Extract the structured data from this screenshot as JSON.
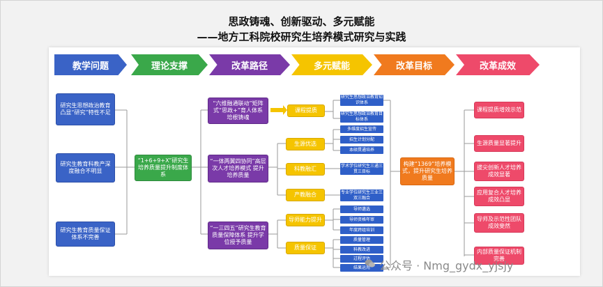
{
  "title": {
    "line1": "思政铸魂、创新驱动、多元赋能",
    "line2": "——地方工科院校研究生培养模式研究与实践"
  },
  "stages": [
    "教学问题",
    "理论支撑",
    "改革路径",
    "多元赋能",
    "改革目标",
    "改革成效"
  ],
  "problems": [
    "研究生思想政治教育凸显“研究”特性不足",
    "研究生教育科教产深度融合不明显",
    "研究生教育质量保证体系不完善"
  ],
  "theory": "“1+6+9+X”研究生培养质量提升制度体系",
  "paths": [
    "“六维融通联动”矩阵式“思政+”育人体系 培根铸魂",
    "“一体两翼四协同”高层次人才培养模式 提升培养质量",
    "“一三四五”研究生教育质量保障体系 提升学位授予质量"
  ],
  "empower": [
    "课程提质",
    "生源优选",
    "科教融汇",
    "产教融合",
    "导师能力提升",
    "质量保证"
  ],
  "empower_details": [
    "研究生思想政治教育知识体系",
    "研究生思想政治教育目标体系",
    "多维度招生宣传",
    "招生计划分配",
    "本硕贯通培养",
    "学术学位研究生三通三贯三目标",
    "专业学位研究生三业三双三融合",
    "导师遴选",
    "导师资格年审",
    "年度跨组培训",
    "质量管理",
    "科教改进",
    "过程评估",
    "结果运用"
  ],
  "goal": "构建“1369”培养模式，提升研究生培养质量",
  "results": [
    "课程提质增效示范",
    "生源质量显著提升",
    "拔尖创新人才培养成效显著",
    "应用复合人才培养成效凸显",
    "导师及示范性团队成效斐然",
    "内部质量保证机制完善"
  ],
  "watermark": "公众号 · Nmg_gydx_yjsjy",
  "colors": {
    "blue": "#3a63c6",
    "green": "#3aa84a",
    "purple": "#7a3aa8",
    "yellow": "#f5c400",
    "orange": "#f07a1e",
    "pink": "#ee4a6a"
  }
}
